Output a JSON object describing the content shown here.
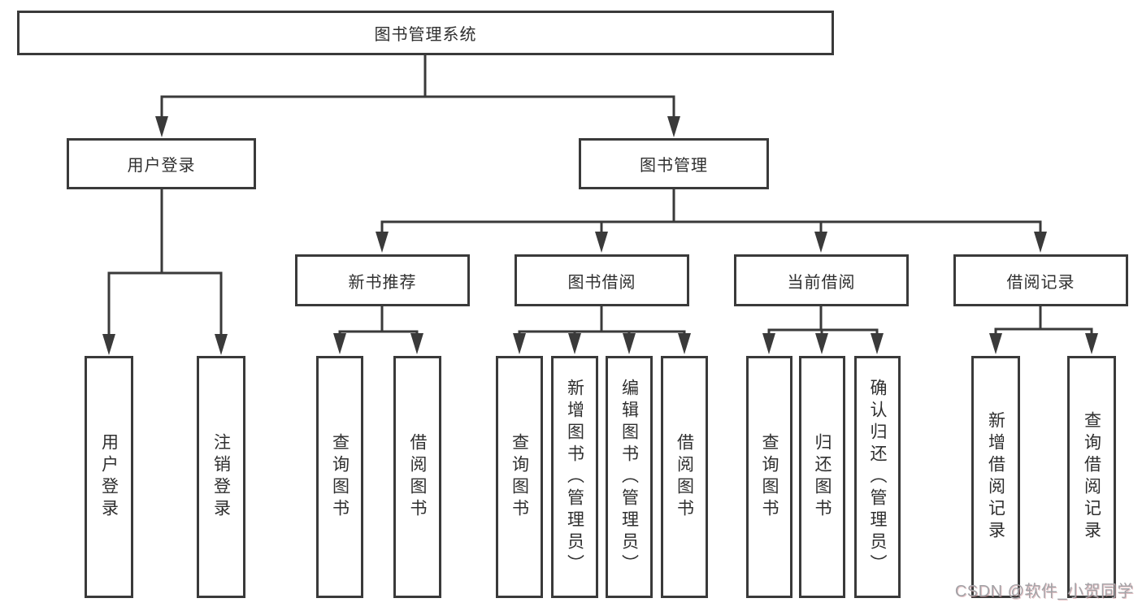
{
  "diagram": {
    "root": {
      "label": "图书管理系统"
    },
    "branches": [
      {
        "label": "用户登录",
        "children": [
          "用户登录",
          "注销登录"
        ]
      },
      {
        "label": "图书管理",
        "children": [
          {
            "label": "新书推荐",
            "children": [
              "查询图书",
              "借阅图书"
            ]
          },
          {
            "label": "图书借阅",
            "children": [
              "查询图书",
              "新增图书（管理员）",
              "编辑图书（管理员）",
              "借阅图书"
            ]
          },
          {
            "label": "当前借阅",
            "children": [
              "查询图书",
              "归还图书",
              "确认归还（管理员）"
            ]
          },
          {
            "label": "借阅记录",
            "children": [
              "新增借阅记录",
              "查询借阅记录"
            ]
          }
        ]
      }
    ]
  },
  "watermark": {
    "text": "CSDN @软件_小贺同学"
  },
  "colors": {
    "background": "#ffffff",
    "line": "#3a3a3a",
    "box_border": "#3a3a3a",
    "text": "#2f2f2f",
    "watermark_text": "#a3a3a7",
    "watermark_shadow": "#c97f86"
  }
}
